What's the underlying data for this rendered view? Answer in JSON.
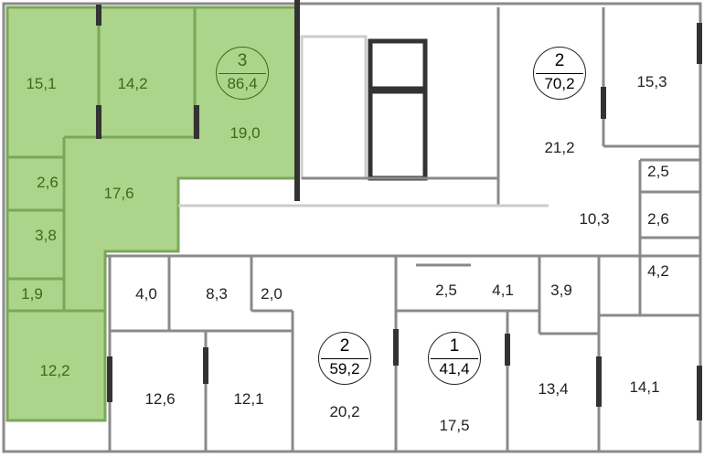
{
  "colors": {
    "selected_apartment": "#acd48a",
    "selected_text": "#3c6a1c",
    "wall": "#333333",
    "partition": "#8a8a8a"
  },
  "apartments": [
    {
      "rooms": "3",
      "area": "86,4",
      "selected": true
    },
    {
      "rooms": "2",
      "area": "70,2",
      "selected": false
    },
    {
      "rooms": "2",
      "area": "59,2",
      "selected": false
    },
    {
      "rooms": "1",
      "area": "41,4",
      "selected": false
    }
  ],
  "room_areas": {
    "a3": [
      "15,1",
      "14,2",
      "19,0",
      "2,6",
      "17,6",
      "3,8",
      "1,9",
      "12,2"
    ],
    "a2_left": [
      "4,0",
      "8,3",
      "2,0",
      "12,6",
      "12,1",
      "20,2"
    ],
    "a1": [
      "2,5",
      "4,1",
      "17,5"
    ],
    "a2_right": [
      "21,2",
      "15,3",
      "2,5",
      "10,3",
      "2,6",
      "4,2",
      "3,9",
      "13,4",
      "14,1"
    ]
  }
}
